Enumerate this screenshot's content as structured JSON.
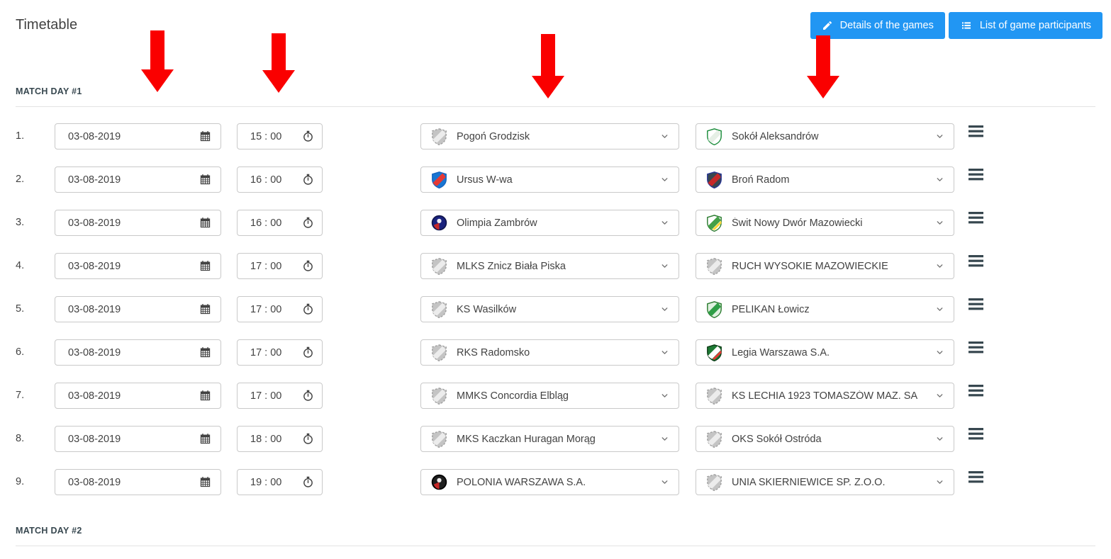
{
  "page": {
    "title": "Timetable"
  },
  "toolbar": {
    "accent_color": "#2196f3",
    "details_button": {
      "label": "Details of the games",
      "icon": "pencil-icon"
    },
    "participants_button": {
      "label": "List of game participants",
      "icon": "list-icon"
    }
  },
  "annotations": {
    "arrow_color": "#fa0000",
    "arrows": [
      {
        "points_at": "date-column"
      },
      {
        "points_at": "time-column"
      },
      {
        "points_at": "home-team-column"
      },
      {
        "points_at": "away-team-column"
      }
    ]
  },
  "sections": [
    {
      "label": "MATCH DAY #1",
      "rows": [
        {
          "num": "1.",
          "date": "03-08-2019",
          "time": "15:00",
          "home": {
            "name": "Pogoń Grodzisk",
            "logo": {
              "placeholder": true
            }
          },
          "away": {
            "name": "Sokół Aleksandrów",
            "logo": {
              "shape": "shield",
              "fill": "#ffffff",
              "band": "#e6efe6",
              "border": "#1e8e3e"
            }
          }
        },
        {
          "num": "2.",
          "date": "03-08-2019",
          "time": "16:00",
          "home": {
            "name": "Ursus W-wa",
            "logo": {
              "shape": "shield",
              "fill": "#1976d2",
              "band": "#e53935",
              "border": "#1565c0"
            }
          },
          "away": {
            "name": "Broń Radom",
            "logo": {
              "shape": "shield",
              "fill": "#37474f",
              "band": "#c62828",
              "border": "#283593"
            }
          }
        },
        {
          "num": "3.",
          "date": "03-08-2019",
          "time": "16:00",
          "home": {
            "name": "Olimpia Zambrów",
            "logo": {
              "shape": "circle",
              "fill": "#1a237e",
              "band": "#c62828",
              "border": "#10154d"
            }
          },
          "away": {
            "name": "Świt Nowy Dwór Mazowiecki",
            "logo": {
              "shape": "shield",
              "fill": "#ffffff",
              "band": "#43a047",
              "stripe": "#fdd835",
              "border": "#2e7d32"
            }
          }
        },
        {
          "num": "4.",
          "date": "03-08-2019",
          "time": "17:00",
          "home": {
            "name": "MLKS Znicz Biała Piska",
            "logo": {
              "placeholder": true
            }
          },
          "away": {
            "name": "RUCH WYSOKIE MAZOWIECKIE",
            "logo": {
              "placeholder": true
            }
          }
        },
        {
          "num": "5.",
          "date": "03-08-2019",
          "time": "17:00",
          "home": {
            "name": "KS Wasilków",
            "logo": {
              "placeholder": true
            }
          },
          "away": {
            "name": "PELIKAN Łowicz",
            "logo": {
              "shape": "shield",
              "fill": "#dff0df",
              "band": "#2e9e46",
              "border": "#2e7d32"
            }
          }
        },
        {
          "num": "6.",
          "date": "03-08-2019",
          "time": "17:00",
          "home": {
            "name": "RKS Radomsko",
            "logo": {
              "placeholder": true
            }
          },
          "away": {
            "name": "Legia Warszawa S.A.",
            "logo": {
              "shape": "shield",
              "fill": "#1e7a34",
              "band": "#ffffff",
              "stripe": "#e53935",
              "border": "#0f3d18"
            }
          }
        },
        {
          "num": "7.",
          "date": "03-08-2019",
          "time": "17:00",
          "home": {
            "name": "MMKS Concordia Elbląg",
            "logo": {
              "placeholder": true
            }
          },
          "away": {
            "name": "KS LECHIA 1923 TOMASZÓW MAZ. SA",
            "logo": {
              "placeholder": true
            }
          }
        },
        {
          "num": "8.",
          "date": "03-08-2019",
          "time": "18:00",
          "home": {
            "name": "MKS Kaczkan Huragan Morąg",
            "logo": {
              "placeholder": true
            }
          },
          "away": {
            "name": "OKS Sokół Ostróda",
            "logo": {
              "placeholder": true
            }
          }
        },
        {
          "num": "9.",
          "date": "03-08-2019",
          "time": "19:00",
          "home": {
            "name": "POLONIA WARSZAWA S.A.",
            "logo": {
              "shape": "circle",
              "fill": "#1f1f1f",
              "band": "#c62828",
              "border": "#000000"
            }
          },
          "away": {
            "name": "UNIA SKIERNIEWICE SP. Z.O.O.",
            "logo": {
              "placeholder": true
            }
          }
        }
      ]
    },
    {
      "label": "MATCH DAY #2",
      "rows": []
    }
  ]
}
